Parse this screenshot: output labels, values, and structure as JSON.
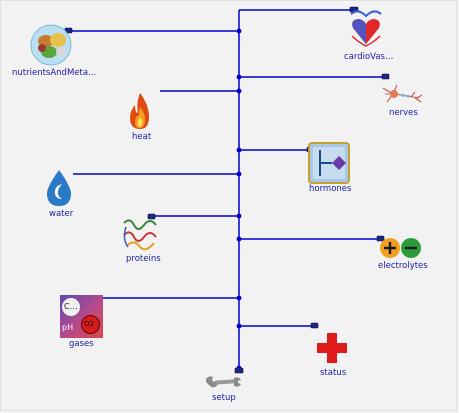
{
  "diagram": {
    "components": [
      {
        "id": "nutrients",
        "label": "nutrientsAndMeta…",
        "icon": "food-plate-icon"
      },
      {
        "id": "cardio",
        "label": "cardioVas…",
        "icon": "heart-icon"
      },
      {
        "id": "nerves",
        "label": "nerves",
        "icon": "neuron-icon"
      },
      {
        "id": "heat",
        "label": "heat",
        "icon": "flame-icon"
      },
      {
        "id": "hormones",
        "label": "hormones",
        "icon": "hormone-gland-icon"
      },
      {
        "id": "water",
        "label": "water",
        "icon": "water-drop-icon"
      },
      {
        "id": "proteins",
        "label": "proteins",
        "icon": "protein-helix-icon"
      },
      {
        "id": "electrolytes",
        "label": "electrolytes",
        "icon": "plus-minus-ions-icon"
      },
      {
        "id": "gases",
        "label": "gases",
        "icon": "blood-gases-icon",
        "inner_labels": [
          "C…",
          "pH",
          "O2"
        ]
      },
      {
        "id": "status",
        "label": "status",
        "icon": "red-cross-icon"
      },
      {
        "id": "setup",
        "label": "setup",
        "icon": "wrench-icon"
      }
    ],
    "colors": {
      "bus": "#0000cc",
      "label": "#1a1aa8",
      "background": "#f2f2f2"
    }
  }
}
